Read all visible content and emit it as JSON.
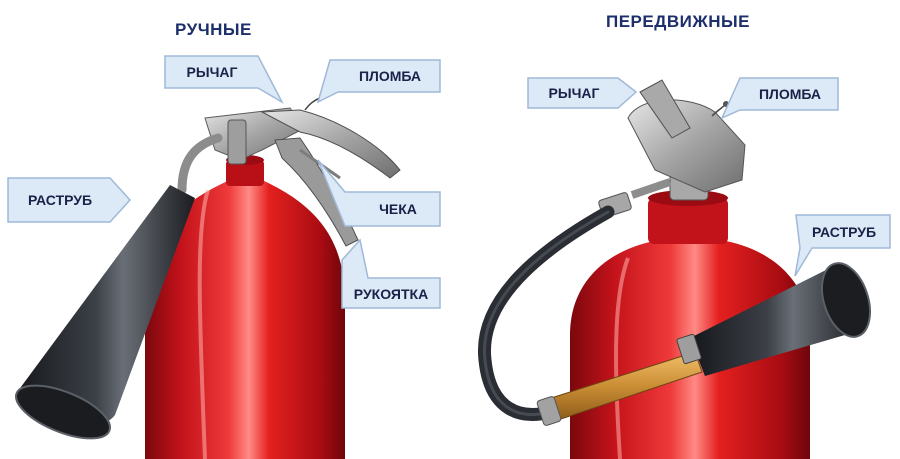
{
  "titles": {
    "manual": "РУЧНЫЕ",
    "mobile": "ПЕРЕДВИЖНЫЕ"
  },
  "labels": {
    "left": {
      "lever": "РЫЧАГ",
      "seal": "ПЛОМБА",
      "nozzle": "РАСТРУБ",
      "pin": "ЧЕКА",
      "handle": "РУКОЯТКА"
    },
    "right": {
      "lever": "РЫЧАГ",
      "seal": "ПЛОМБА",
      "nozzle": "РАСТРУБ"
    }
  },
  "colors": {
    "title": "#1d2f6b",
    "label_text": "#1b2148",
    "label_fill": "#dce9f7",
    "label_stroke": "#9fb9d8",
    "body_red": "#d8161c",
    "body_dark": "#8e0a10",
    "horn": "#2a2d33",
    "metal": "#b8b8b8"
  }
}
